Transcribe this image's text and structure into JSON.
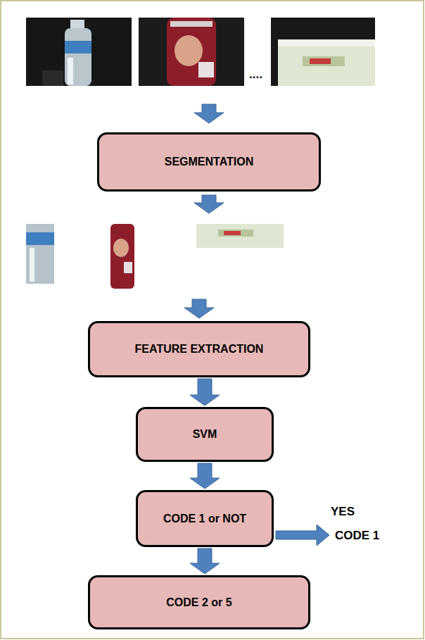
{
  "diagram": {
    "nodes": [
      {
        "text": [
          "SEGMENTATION"
        ]
      },
      {
        "text": [
          "FEATURE EXTRACTION"
        ]
      },
      {
        "text": [
          "SVM"
        ]
      },
      {
        "text": [
          "CODE 1 or NOT"
        ]
      },
      {
        "text": [
          "CODE 2 or 5"
        ]
      }
    ],
    "edges": [
      {
        "from": 1,
        "to": 2,
        "arrow": "to"
      },
      {
        "from": 2,
        "to": 3,
        "arrow": "to"
      },
      {
        "from": 3,
        "to": 4,
        "arrow": "to"
      }
    ],
    "labels": [
      "....",
      "YES",
      "CODE 1"
    ]
  }
}
